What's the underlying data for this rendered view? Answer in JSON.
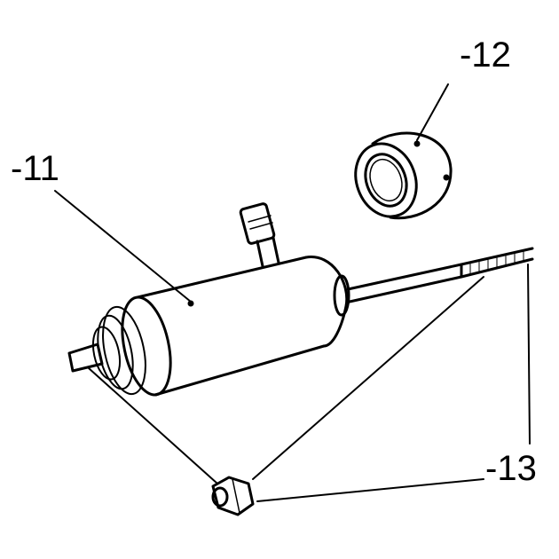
{
  "callouts": {
    "part_11": "-11",
    "part_12": "-12",
    "part_13": "-13"
  },
  "colors": {
    "line": "#000000",
    "background": "#ffffff"
  }
}
